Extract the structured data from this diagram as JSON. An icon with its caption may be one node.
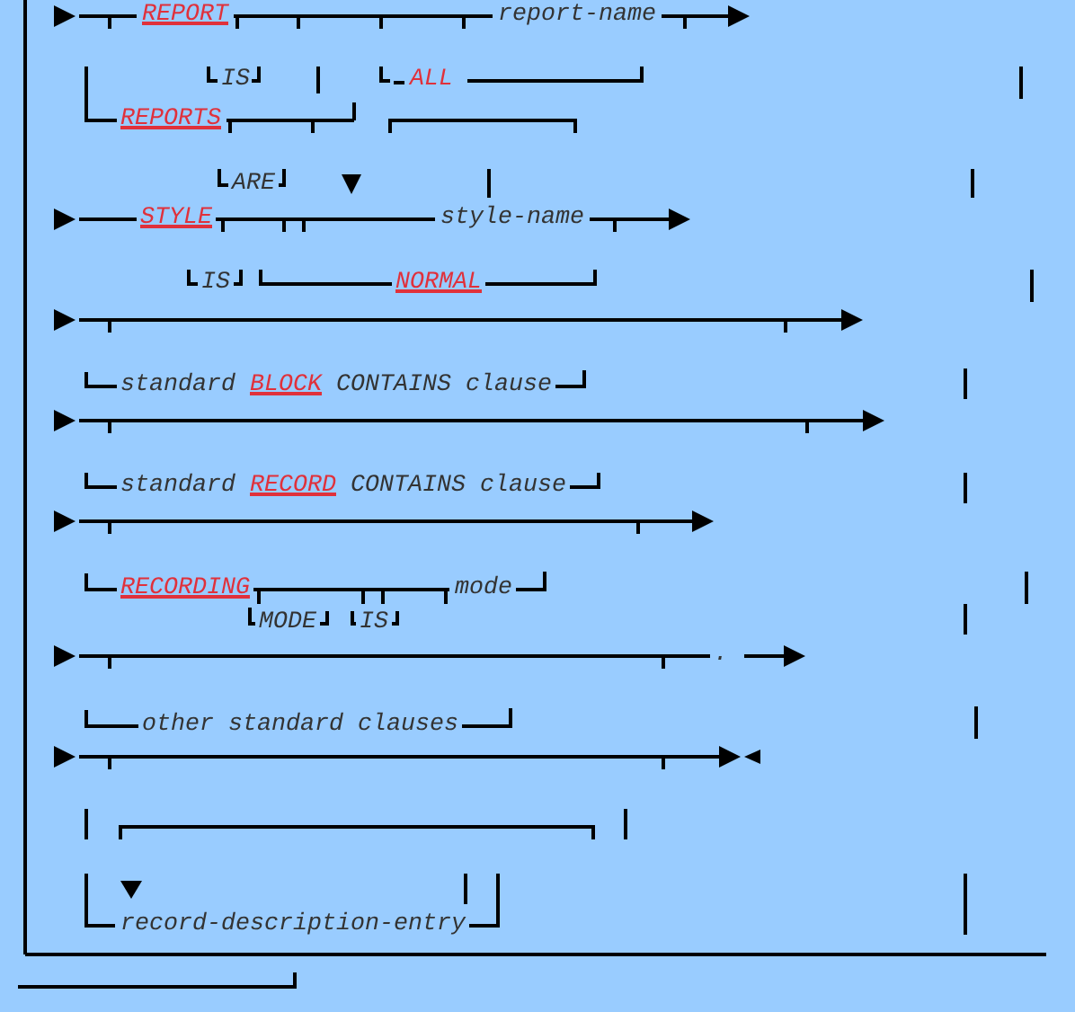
{
  "diagram": {
    "labels": [
      "REPORT",
      "report-name",
      "IS",
      "ALL",
      "REPORTS",
      "ARE",
      "STYLE",
      "style-name",
      "IS",
      "NORMAL",
      "standard",
      "BLOCK",
      "CONTAINS clause",
      "standard",
      "RECORD",
      "CONTAINS clause",
      "RECORDING",
      "mode",
      "MODE",
      "IS",
      ".",
      "other standard clauses",
      "record-description-entry"
    ]
  }
}
